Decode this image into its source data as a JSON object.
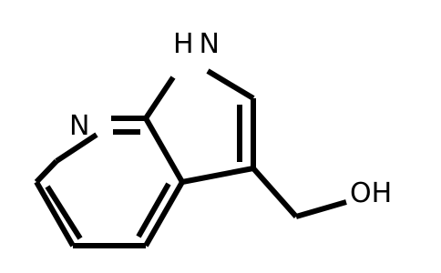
{
  "molecule": {
    "atoms": {
      "pyridine_n": "N",
      "pyrrole_nh": "H N",
      "hydroxyl": "OH"
    },
    "bond_color": "#000000",
    "background": "#ffffff"
  }
}
